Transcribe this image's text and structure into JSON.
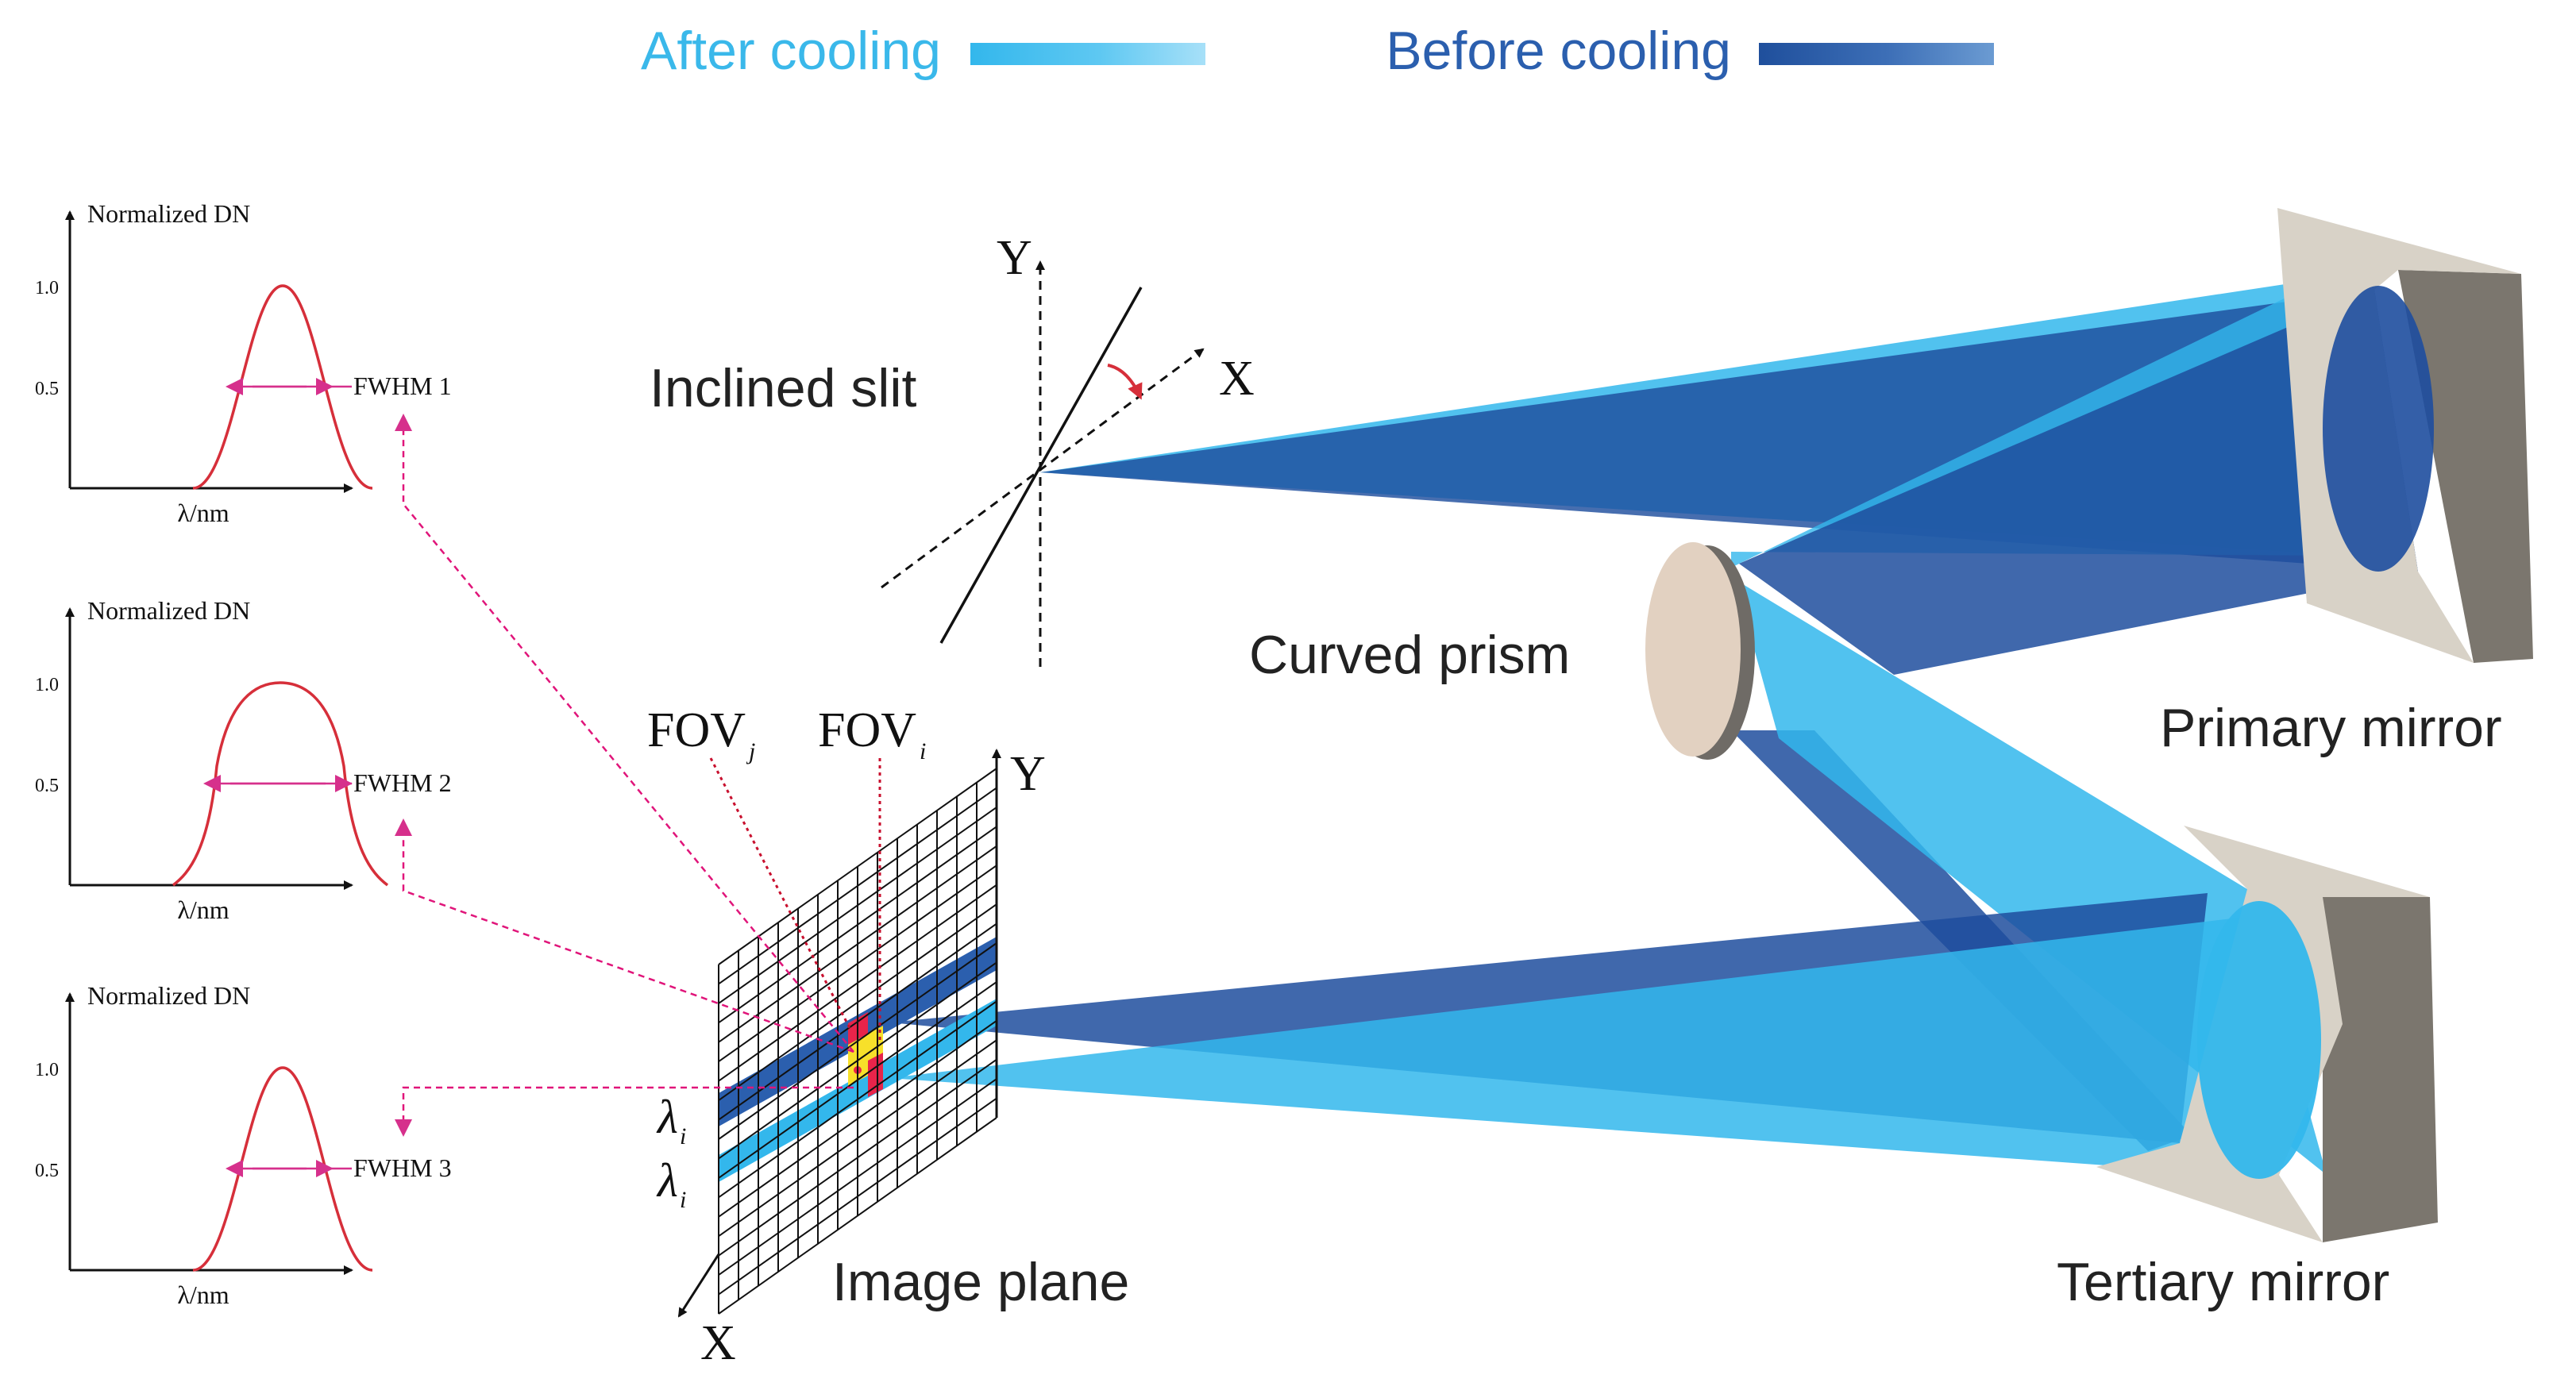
{
  "legend": {
    "after": {
      "label": "After cooling",
      "color": "#33b7ec"
    },
    "before": {
      "label": "Before cooling",
      "color": "#2b5fae"
    }
  },
  "labels": {
    "inclined_slit": "Inclined slit",
    "curved_prism": "Curved prism",
    "primary_mirror": "Primary mirror",
    "tertiary_mirror": "Tertiary mirror",
    "image_plane": "Image plane"
  },
  "axes": {
    "slit_y": "Y",
    "slit_x": "X",
    "plane_y": "Y",
    "plane_x": "X"
  },
  "fov": {
    "j": {
      "main": "FOV",
      "sub": "j"
    },
    "i": {
      "main": "FOV",
      "sub": "i"
    }
  },
  "lambda_labels": [
    {
      "main": "λ",
      "sub": "i"
    },
    {
      "main": "λ",
      "sub": "i"
    }
  ],
  "plots": [
    {
      "ylabel": "Normalized DN",
      "xlabel": "λ/nm",
      "tick_high": "1.0",
      "tick_mid": "0.5",
      "fwhm_label": "FWHM 1"
    },
    {
      "ylabel": "Normalized DN",
      "xlabel": "λ/nm",
      "tick_high": "1.0",
      "tick_mid": "0.5",
      "fwhm_label": "FWHM 2"
    },
    {
      "ylabel": "Normalized DN",
      "xlabel": "λ/nm",
      "tick_high": "1.0",
      "tick_mid": "0.5",
      "fwhm_label": "FWHM 3"
    }
  ],
  "colors": {
    "curve": "#d62f3a",
    "fwhm": "#d6308c",
    "guide": "#e0157a",
    "mirror_face": "#d8d2c7",
    "mirror_side": "#7b766e",
    "prism_face": "#e2d1c1",
    "pixel_red": "#e8244a",
    "pixel_yellow": "#f7e02a"
  }
}
